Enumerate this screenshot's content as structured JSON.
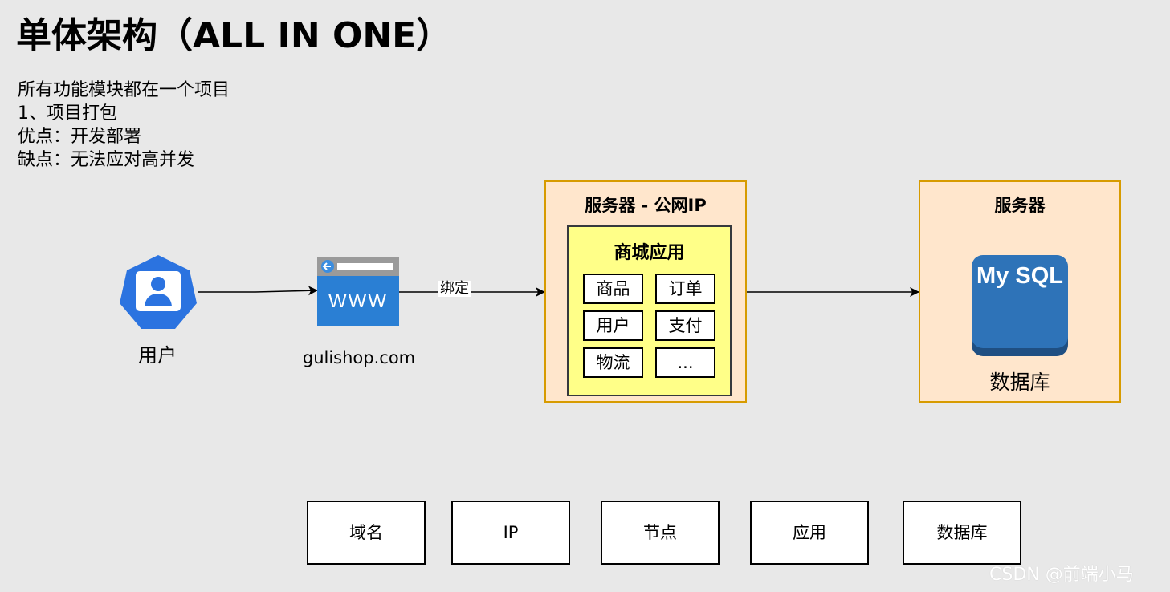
{
  "title": "单体架构（ALL IN ONE）",
  "description": [
    "所有功能模块都在一个项目",
    "1、项目打包",
    "优点：开发部署",
    "缺点：无法应对高并发"
  ],
  "user": {
    "label": "用户",
    "icon": "user-icon"
  },
  "domain": {
    "label": "gulishop.com",
    "icon_text": "WWW",
    "icon": "browser-www-icon"
  },
  "bind_label": "绑定",
  "app_server": {
    "title": "服务器 - 公网IP",
    "app": {
      "title": "商城应用",
      "modules": [
        "商品",
        "订单",
        "用户",
        "支付",
        "物流",
        "..."
      ]
    }
  },
  "db_server": {
    "title": "服务器",
    "logo_text": "My SQL",
    "db_label": "数据库"
  },
  "legend_boxes": [
    "域名",
    "IP",
    "节点",
    "应用",
    "数据库"
  ],
  "watermark": "CSDN @前端小马",
  "colors": {
    "background": "#e8e8e8",
    "server_fill": "#ffe6cc",
    "server_border": "#d79b00",
    "app_fill": "#ffff88",
    "user_icon": "#2b73e0",
    "mysql": "#2e73b8"
  }
}
